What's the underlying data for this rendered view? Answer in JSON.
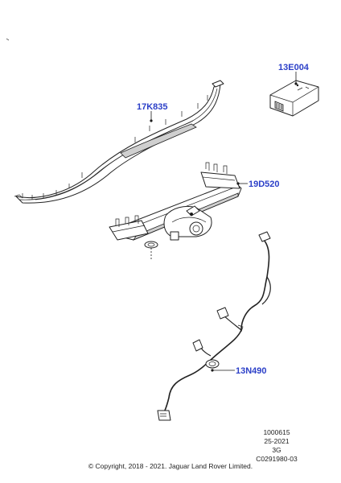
{
  "callouts": {
    "module": "13E004",
    "bumper_cover": "17K835",
    "tow_bar": "19D520",
    "wiring_harness": "13N490"
  },
  "reference": {
    "line1": "1000615",
    "line2": "25-2021",
    "line3": "3G",
    "line4": "C0291980-03"
  },
  "copyright": "© Copyright, 2018 - 2021. Jaguar Land Rover Limited."
}
